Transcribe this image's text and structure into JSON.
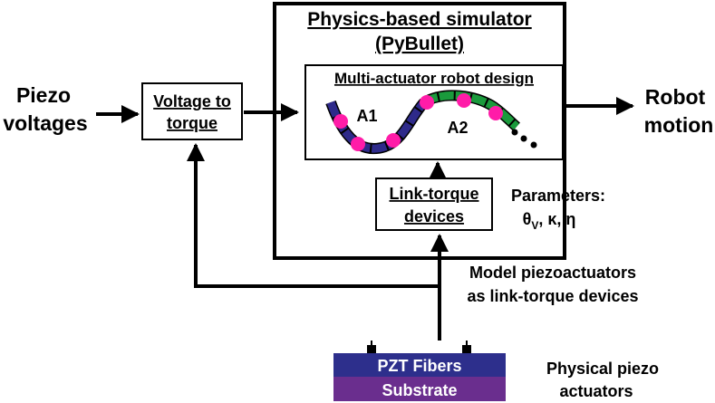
{
  "inputs": {
    "piezo_voltages": [
      "Piezo",
      "voltages"
    ]
  },
  "blocks": {
    "voltage_to_torque": [
      "Voltage to",
      "torque"
    ],
    "simulator_title": [
      "Physics-based simulator",
      "(PyBullet)"
    ],
    "robot_design_title": "Multi-actuator robot design",
    "link_torque_devices": [
      "Link-torque",
      "devices"
    ]
  },
  "robot": {
    "actuator_1": "A1",
    "actuator_2": "A2",
    "continuation": "•••"
  },
  "parameters": {
    "label": "Parameters:",
    "theta": "θ",
    "theta_sub": "V",
    "rest": ", κ, η"
  },
  "outputs": {
    "robot_motion": [
      "Robot",
      "motion"
    ]
  },
  "model_note": [
    "Model piezoactuators",
    "as link-torque devices"
  ],
  "physical": {
    "pzt_label": "PZT Fibers",
    "substrate_label": "Substrate",
    "caption": [
      "Physical piezo",
      "actuators"
    ]
  },
  "colors": {
    "segment_1": "#2e2a8a",
    "segment_2": "#1a9a3c",
    "joints": "#ff1ca8",
    "pzt_fibers": "#2d2f8c",
    "substrate": "#6a2e8e"
  }
}
